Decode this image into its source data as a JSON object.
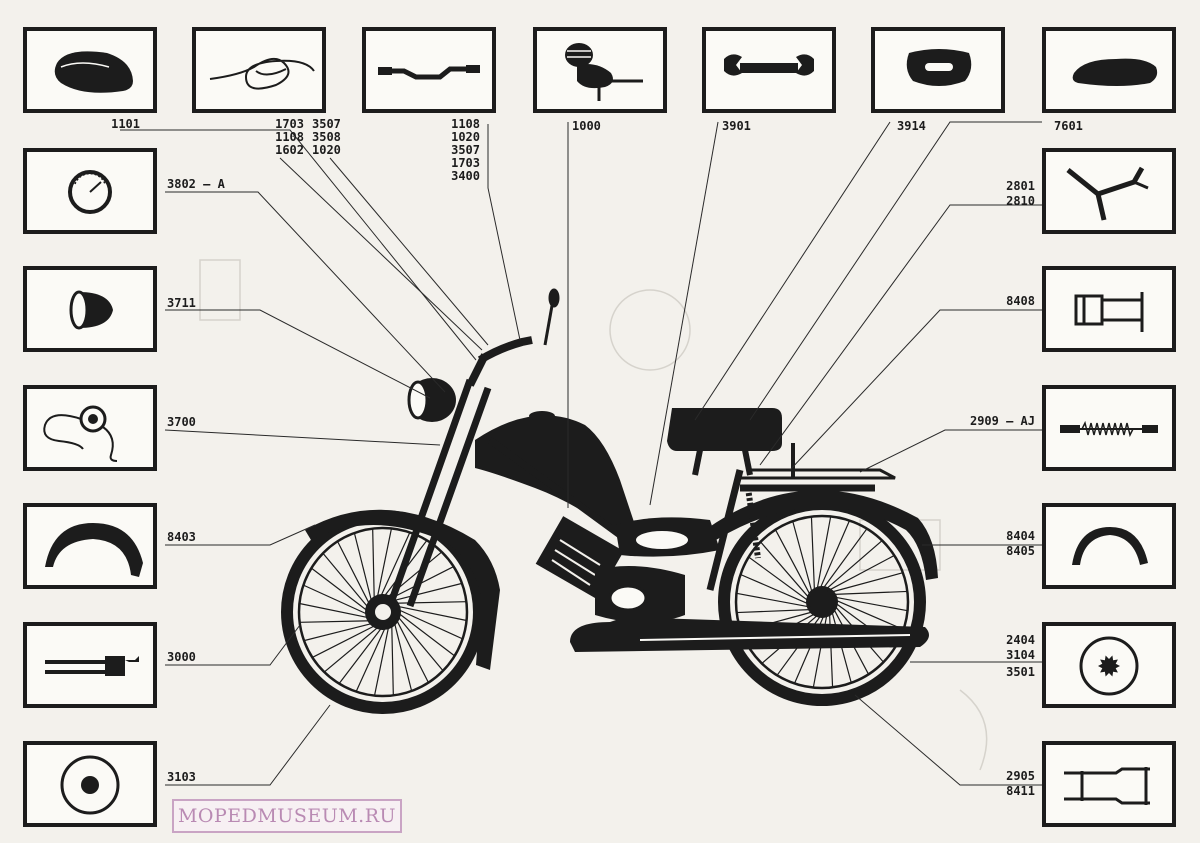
{
  "watermark": "MOPEDMUSEUM.RU",
  "parts": {
    "tank": {
      "icon": "fuel-tank-icon",
      "codes": [
        "1101"
      ]
    },
    "cables": {
      "icon": "control-cables-icon",
      "codes": [
        "1703",
        "1108",
        "1602",
        "3507",
        "3508",
        "1020"
      ]
    },
    "handlebar": {
      "icon": "handlebar-icon",
      "codes": [
        "1108",
        "1020",
        "3507",
        "1703",
        "3400"
      ]
    },
    "engine": {
      "icon": "engine-icon",
      "codes": [
        "1000"
      ]
    },
    "wrench": {
      "icon": "wrench-icon",
      "codes": [
        "3901"
      ]
    },
    "toolbox": {
      "icon": "tool-box-cover-icon",
      "codes": [
        "3914"
      ]
    },
    "seat": {
      "icon": "seat-icon",
      "codes": [
        "7601"
      ]
    },
    "speedometer": {
      "icon": "speedometer-icon",
      "codes": [
        "3802 – A"
      ]
    },
    "frame": {
      "icon": "frame-icon",
      "codes": [
        "2801",
        "2810"
      ]
    },
    "headlight": {
      "icon": "headlight-icon",
      "codes": [
        "3711"
      ]
    },
    "carrier": {
      "icon": "luggage-carrier-icon",
      "codes": [
        "8408"
      ]
    },
    "wiring": {
      "icon": "wiring-harness-icon",
      "codes": [
        "3700"
      ]
    },
    "spring": {
      "icon": "seat-spring-icon",
      "codes": [
        "2909 – AJ"
      ]
    },
    "front_fender": {
      "icon": "front-fender-icon",
      "codes": [
        "8403"
      ]
    },
    "rear_fender": {
      "icon": "rear-fender-icon",
      "codes": [
        "8404",
        "8405"
      ]
    },
    "fork": {
      "icon": "front-fork-icon",
      "codes": [
        "3000"
      ]
    },
    "rear_wheel": {
      "icon": "rear-wheel-hub-icon",
      "codes": [
        "2404",
        "3104",
        "3501"
      ]
    },
    "front_wheel": {
      "icon": "front-wheel-hub-icon",
      "codes": [
        "3103"
      ]
    },
    "stand": {
      "icon": "stand-icon",
      "codes": [
        "2905",
        "8411"
      ]
    }
  }
}
